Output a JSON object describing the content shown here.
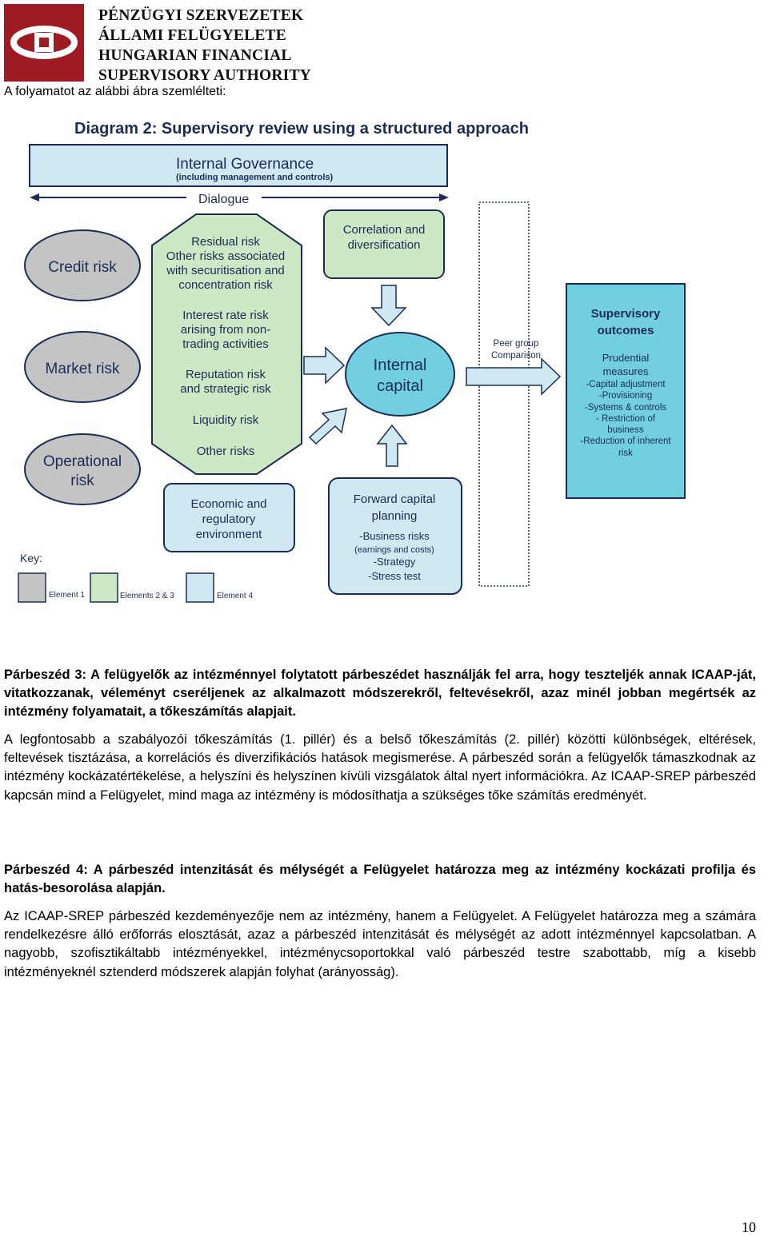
{
  "header": {
    "org_lines": [
      "PÉNZÜGYI SZERVEZETEK",
      "ÁLLAMI FELÜGYELETE",
      "HUNGARIAN FINANCIAL",
      "SUPERVISORY AUTHORITY"
    ]
  },
  "intro": "A folyamatot az alábbi ábra szemlélteti:",
  "diagram": {
    "title": "Diagram 2: Supervisory review using a structured approach",
    "governance_title": "Internal Governance",
    "governance_sub": "(including management and controls)",
    "dialogue": "Dialogue",
    "credit_risk": "Credit risk",
    "market_risk": "Market risk",
    "operational_risk": [
      "Operational",
      "risk"
    ],
    "hex_lines_1": [
      "Residual risk",
      "Other risks associated",
      "with securitisation and",
      "concentration risk"
    ],
    "hex_lines_2": [
      "Interest rate risk",
      "arising from non-",
      "trading activities"
    ],
    "hex_lines_3": [
      "Reputation risk",
      "and strategic risk"
    ],
    "hex_lines_4": [
      "Liquidity risk"
    ],
    "hex_lines_5": [
      "Other risks"
    ],
    "correlation": [
      "Correlation and",
      "diversification"
    ],
    "internal_capital": [
      "Internal",
      "capital"
    ],
    "peer_group": [
      "Peer group",
      "Comparison"
    ],
    "supervisory_title": [
      "Supervisory",
      "outcomes"
    ],
    "supervisory_lines": [
      "Prudential",
      "measures",
      "-Capital adjustment",
      "-Provisioning",
      "-Systems & controls",
      "- Restriction of",
      "business",
      "-Reduction of inherent",
      "risk"
    ],
    "economic": [
      "Economic and",
      "regulatory",
      "environment"
    ],
    "forward_title": [
      "Forward capital",
      "planning"
    ],
    "forward_lines": [
      "-Business risks",
      "(earnings and costs)",
      "-Strategy",
      "-Stress test"
    ],
    "key_label": "Key:",
    "key_element1": "Element 1",
    "key_element23": "Elements 2 & 3",
    "key_element4": "Element 4",
    "colors": {
      "grey": "#c4c4c4",
      "green": "#cce8c4",
      "lightblue": "#cfe8f2",
      "blue": "#71cfe0",
      "navy": "#1c2c55"
    }
  },
  "para3": {
    "bold": "Párbeszéd 3: A felügyelők az intézménnyel folytatott párbeszédet használják fel arra, hogy teszteljék annak ICAAP-ját, vitatkozzanak, véleményt cseréljenek az alkalmazott módszerekről, feltevésekről, azaz minél jobban megértsék az intézmény folyamatait, a tőkeszámítás alapjait.",
    "body": "A legfontosabb a szabályozói tőkeszámítás (1. pillér) és a belső tőkeszámítás (2. pillér) közötti különbségek, eltérések, feltevések tisztázása, a korrelációs és diverzifikációs hatások megismerése. A párbeszéd során a felügyelők támaszkodnak az intézmény kockázatértékelése, a helyszíni és helyszínen kívüli vizsgálatok által nyert információkra. Az ICAAP-SREP párbeszéd kapcsán mind a Felügyelet, mind maga az intézmény is módosíthatja a szükséges tőke számítás eredményét."
  },
  "para4": {
    "bold": "Párbeszéd 4: A párbeszéd intenzitását és mélységét a Felügyelet határozza meg az intézmény kockázati profilja és hatás-besorolása alapján.",
    "body": "Az ICAAP-SREP párbeszéd kezdeményezője nem az intézmény, hanem a Felügyelet. A Felügyelet határozza meg a számára rendelkezésre álló erőforrás elosztását, azaz a párbeszéd intenzitását és mélységét az adott intézménnyel kapcsolatban. A nagyobb, szofisztikáltabb intézményekkel, intézménycsoportokkal való párbeszéd testre szabottabb, míg a kisebb intézményeknél sztenderd módszerek alapján folyhat (arányosság)."
  },
  "page_number": "10"
}
